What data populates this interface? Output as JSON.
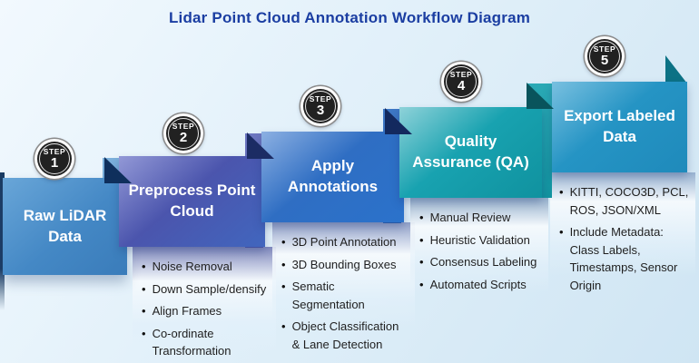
{
  "title": "Lidar Point Cloud Annotation Workflow Diagram",
  "steps": [
    {
      "badge": {
        "label": "STEP",
        "number": "1"
      },
      "title": "Raw LiDAR Data",
      "bullets": []
    },
    {
      "badge": {
        "label": "STEP",
        "number": "2"
      },
      "title": "Preprocess Point Cloud",
      "bullets": [
        "Noise Removal",
        "Down Sample/densify",
        "Align Frames",
        "Co-ordinate Transformation"
      ]
    },
    {
      "badge": {
        "label": "STEP",
        "number": "3"
      },
      "title": "Apply Annotations",
      "bullets": [
        "3D Point Annotation",
        "3D Bounding Boxes",
        "Sematic Segmentation",
        "Object Classification & Lane Detection"
      ]
    },
    {
      "badge": {
        "label": "STEP",
        "number": "4"
      },
      "title": "Quality Assurance (QA)",
      "bullets": [
        "Manual Review",
        "Heuristic Validation",
        "Consensus Labeling",
        "Automated Scripts"
      ]
    },
    {
      "badge": {
        "label": "STEP",
        "number": "5"
      },
      "title": "Export Labeled Data",
      "bullets": [
        "KITTI, COCO3D, PCL, ROS, JSON/XML",
        "Include Metadata: Class Labels, Timestamps, Sensor Origin"
      ]
    }
  ],
  "colors": {
    "background_top": "#f2f9fe",
    "background_bottom": "#cfe5f3",
    "title_text": "#1b3ea2",
    "step1_block": "#4488c5",
    "step2_header": "#4b55ad",
    "step3_header": "#2a6cc2",
    "step4_header": "#16a0ae",
    "step5_header": "#2290c0",
    "fold_navy": "#13295e",
    "fold_teal": "#09545c",
    "badge_bg": "#212121",
    "bullet_text": "#1f1f1f"
  }
}
